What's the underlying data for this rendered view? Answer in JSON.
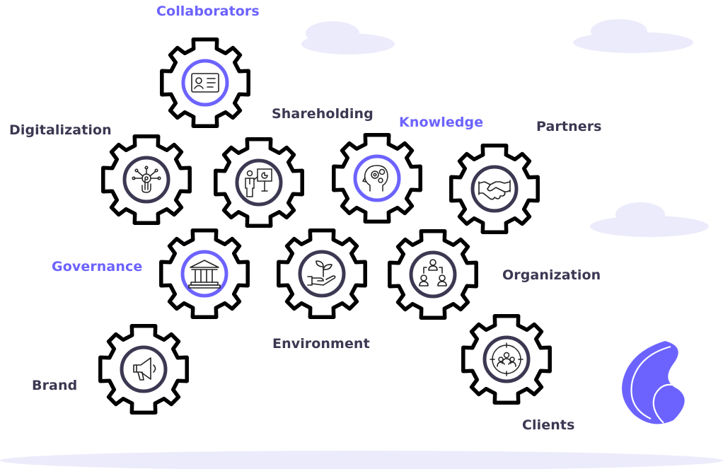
{
  "colors": {
    "accent": "#6c63ff",
    "dark_ring": "#3b3852",
    "gear_stroke": "#000000",
    "cloud": "#ecebfb",
    "logo": "#6c63ff"
  },
  "gears": [
    {
      "id": "collaborators",
      "label": "Collaborators",
      "icon": "id-card-icon",
      "ring": "accent"
    },
    {
      "id": "digitalization",
      "label": "Digitalization",
      "icon": "touch-network-icon",
      "ring": "dark"
    },
    {
      "id": "shareholding",
      "label": "Shareholding",
      "icon": "presentation-icon",
      "ring": "dark"
    },
    {
      "id": "knowledge",
      "label": "Knowledge",
      "icon": "brain-gears-icon",
      "ring": "accent"
    },
    {
      "id": "partners",
      "label": "Partners",
      "icon": "handshake-icon",
      "ring": "dark"
    },
    {
      "id": "governance",
      "label": "Governance",
      "icon": "institution-icon",
      "ring": "accent"
    },
    {
      "id": "environment",
      "label": "Environment",
      "icon": "plant-hand-icon",
      "ring": "dark"
    },
    {
      "id": "organization",
      "label": "Organization",
      "icon": "org-chart-icon",
      "ring": "dark"
    },
    {
      "id": "brand",
      "label": "Brand",
      "icon": "megaphone-icon",
      "ring": "dark"
    },
    {
      "id": "clients",
      "label": "Clients",
      "icon": "group-target-icon",
      "ring": "dark"
    }
  ]
}
